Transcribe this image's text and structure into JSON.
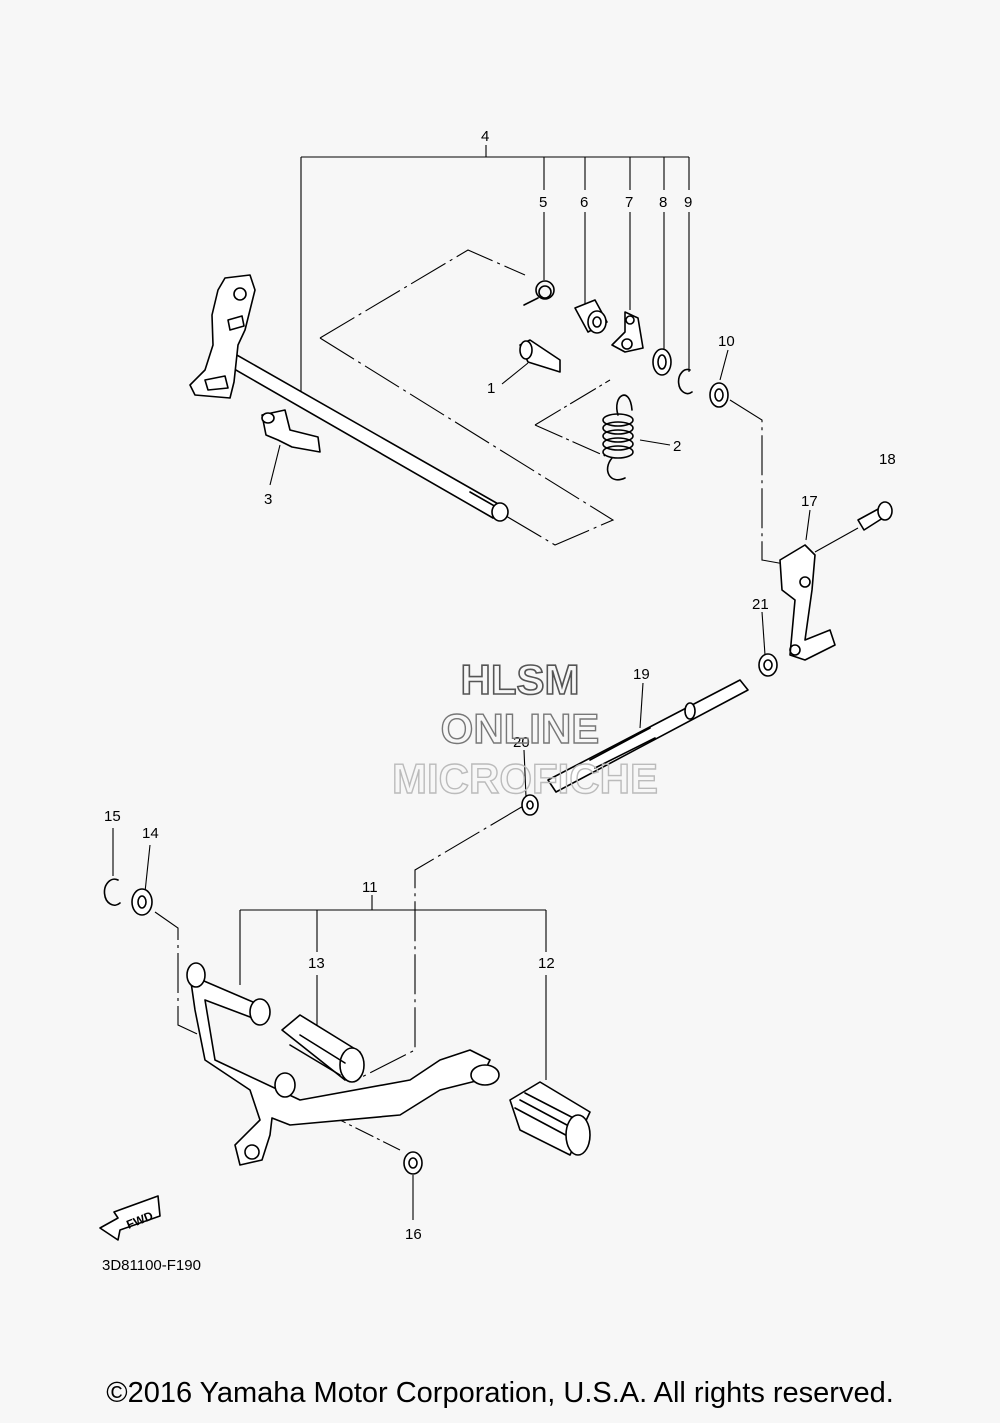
{
  "diagram": {
    "callouts": [
      "1",
      "2",
      "3",
      "4",
      "5",
      "6",
      "7",
      "8",
      "9",
      "10",
      "11",
      "12",
      "13",
      "14",
      "15",
      "16",
      "17",
      "18",
      "19",
      "20",
      "21"
    ],
    "drawing_code": "3D81100-F190",
    "fwd_label": "FWD"
  },
  "watermark": {
    "line1": "HLSM",
    "line2": "ONLINE",
    "line3": "MICROFICHE"
  },
  "copyright": "©2016 Yamaha Motor Corporation, U.S.A. All rights reserved.",
  "colors": {
    "background": "#f7f7f7",
    "ink": "#000000",
    "watermark_dark": "#555555",
    "watermark_light": "#bbbbbb"
  }
}
